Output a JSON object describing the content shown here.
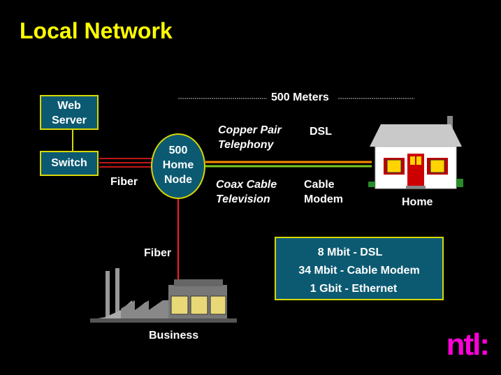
{
  "title": "Local Network",
  "nodes": {
    "web_server": "Web\nServer",
    "switch": "Switch",
    "home_node": [
      "500",
      "Home",
      "Node"
    ],
    "home": "Home",
    "business": "Business"
  },
  "labels": {
    "fiber_switch": "Fiber",
    "fiber_business": "Fiber",
    "distance": "500 Meters",
    "copper": [
      "Copper Pair",
      "Telephony"
    ],
    "dsl": "DSL",
    "coax": [
      "Coax Cable",
      "Television"
    ],
    "cable_modem": [
      "Cable",
      "Modem"
    ]
  },
  "speeds": [
    "8 Mbit  -  DSL",
    "34 Mbit  -  Cable Modem",
    "1 Gbit  -  Ethernet"
  ],
  "logo": "ntl:",
  "colors": {
    "title": "#ffff00",
    "box_fill": "#0c5a72",
    "box_border": "#d8d800",
    "fiber": "#ff2020",
    "copper": "#ff8c00",
    "coax": "#7ec820",
    "logo": "#ff00d8"
  }
}
